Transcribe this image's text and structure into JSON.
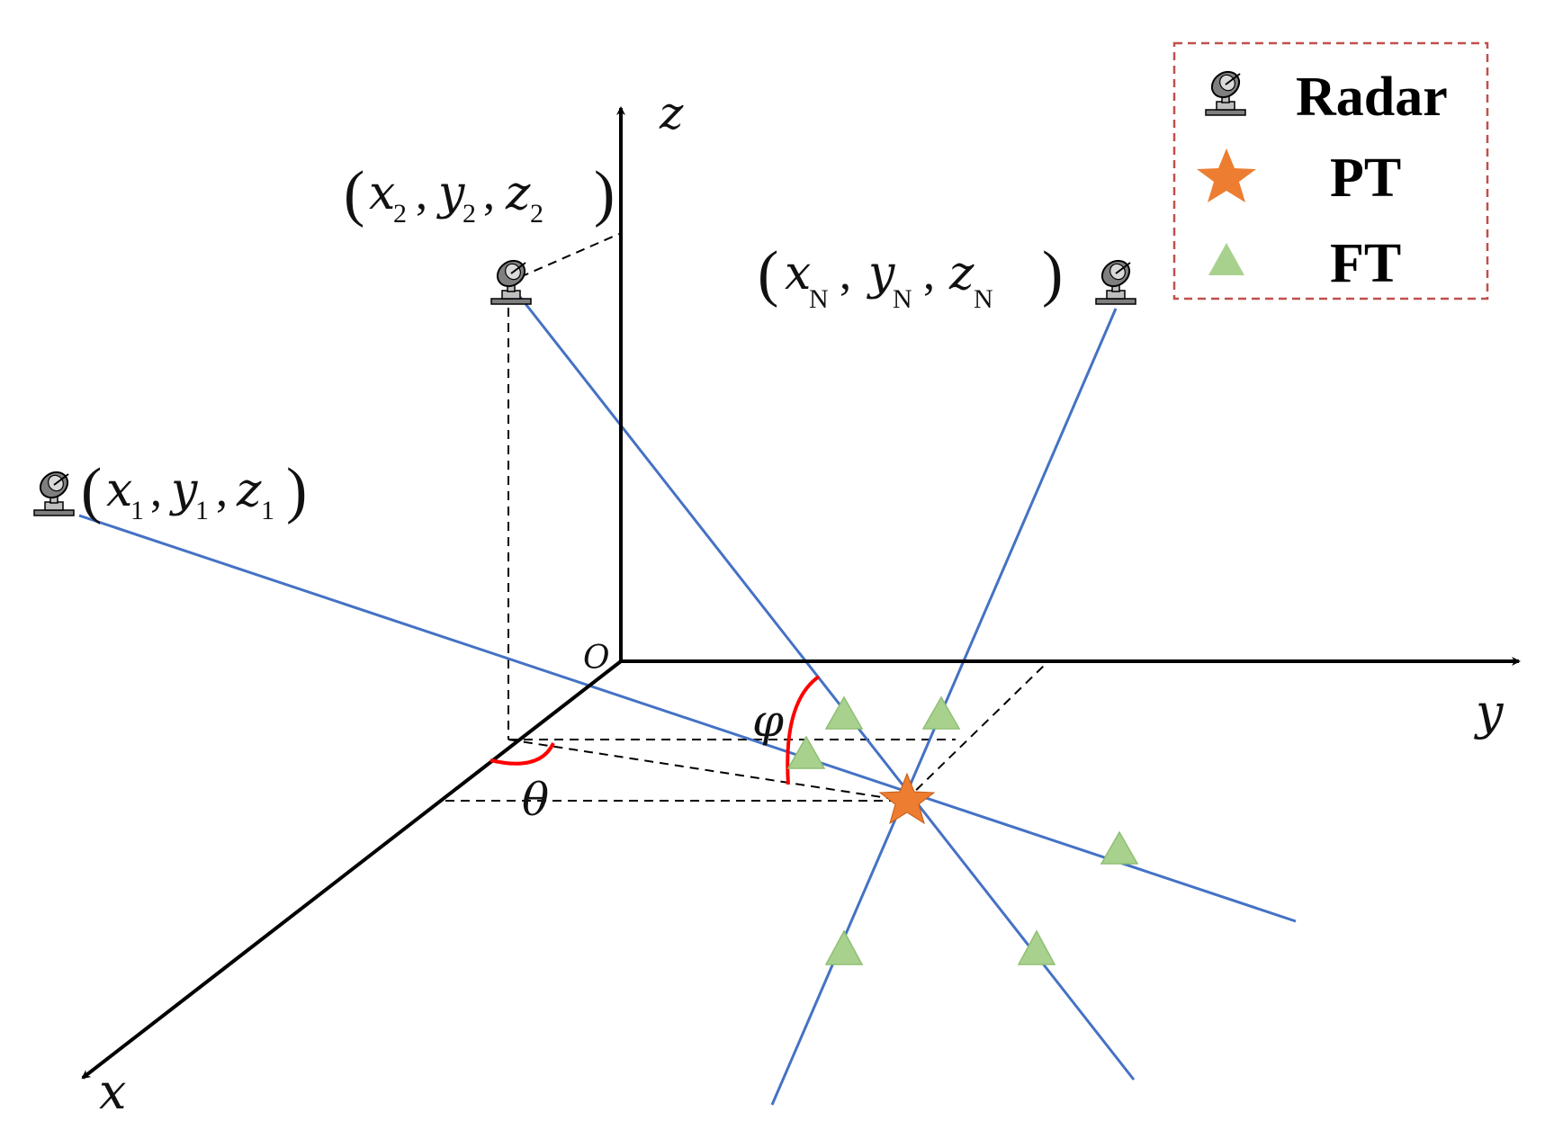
{
  "axes": {
    "x_label": "x",
    "y_label": "y",
    "z_label": "z",
    "origin_label": "O"
  },
  "angles": {
    "azimuth_label": "θ",
    "elevation_label": "φ"
  },
  "radars": [
    {
      "open": "(",
      "close": ")",
      "x": "x",
      "x_sub": "1",
      "y": "y",
      "y_sub": "1",
      "z": "z",
      "z_sub": "1",
      "sep": ","
    },
    {
      "open": "(",
      "close": ")",
      "x": "x",
      "x_sub": "2",
      "y": "y",
      "y_sub": "2",
      "z": "z",
      "z_sub": "2",
      "sep": ","
    },
    {
      "open": "(",
      "close": ")",
      "x": "x",
      "x_sub": "N",
      "y": "y",
      "y_sub": "N",
      "z": "z",
      "z_sub": "N",
      "sep": ","
    }
  ],
  "legend": {
    "items": [
      {
        "label": "Radar",
        "icon": "radar-dish-icon"
      },
      {
        "label": "PT",
        "icon": "star-icon"
      },
      {
        "label": "FT",
        "icon": "triangle-icon"
      }
    ]
  },
  "colors": {
    "axis": "#000000",
    "ray": "#4472C4",
    "angle_arc": "#FF0000",
    "pt_star": "#ED7D31",
    "ft_triangle": "#A9D18E",
    "legend_border": "#C0504D"
  }
}
